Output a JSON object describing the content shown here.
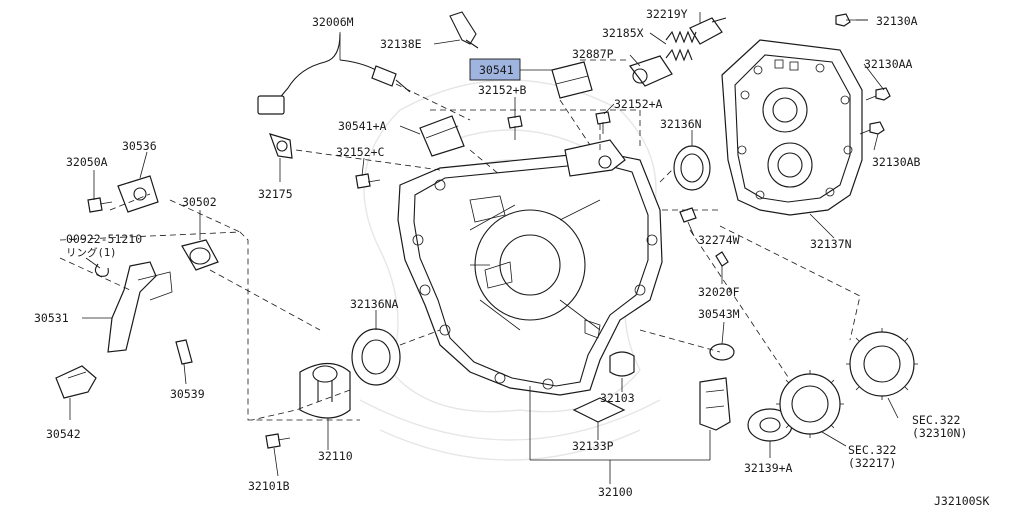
{
  "diagram": {
    "code": "J32100SK",
    "highlight_color": "#9fb4df",
    "parts": [
      {
        "id": "p32006M",
        "text": "32006M"
      },
      {
        "id": "p32138E",
        "text": "32138E"
      },
      {
        "id": "p32219Y",
        "text": "32219Y"
      },
      {
        "id": "p32185X",
        "text": "32185X"
      },
      {
        "id": "p32887P",
        "text": "32887P"
      },
      {
        "id": "p32130A",
        "text": "32130A"
      },
      {
        "id": "p30541",
        "text": "30541"
      },
      {
        "id": "p32130AA",
        "text": "32130AA"
      },
      {
        "id": "p32152B",
        "text": "32152+B"
      },
      {
        "id": "p32152A",
        "text": "32152+A"
      },
      {
        "id": "p30541A",
        "text": "30541+A"
      },
      {
        "id": "p32136N",
        "text": "32136N"
      },
      {
        "id": "p32130AB",
        "text": "32130AB"
      },
      {
        "id": "p30536",
        "text": "30536"
      },
      {
        "id": "p32152C",
        "text": "32152+C"
      },
      {
        "id": "p32050A",
        "text": "32050A"
      },
      {
        "id": "p32175",
        "text": "32175"
      },
      {
        "id": "p30502",
        "text": "30502"
      },
      {
        "id": "p00922",
        "text": "00922-51210"
      },
      {
        "id": "pRing",
        "text": "リング(1)"
      },
      {
        "id": "p32274W",
        "text": "32274W"
      },
      {
        "id": "p32137N",
        "text": "32137N"
      },
      {
        "id": "p32020F",
        "text": "32020F"
      },
      {
        "id": "p30531",
        "text": "30531"
      },
      {
        "id": "p32136NA",
        "text": "32136NA"
      },
      {
        "id": "p30543M",
        "text": "30543M"
      },
      {
        "id": "p30539",
        "text": "30539"
      },
      {
        "id": "p32103",
        "text": "32103"
      },
      {
        "id": "p30542",
        "text": "30542"
      },
      {
        "id": "pSEC322a",
        "text": "SEC.322"
      },
      {
        "id": "pSEC322a2",
        "text": "(32310N)"
      },
      {
        "id": "p32133P",
        "text": "32133P"
      },
      {
        "id": "pSEC322b",
        "text": "SEC.322"
      },
      {
        "id": "pSEC322b2",
        "text": "(32217)"
      },
      {
        "id": "p32110",
        "text": "32110"
      },
      {
        "id": "p32139A",
        "text": "32139+A"
      },
      {
        "id": "p32101B",
        "text": "32101B"
      },
      {
        "id": "p32100",
        "text": "32100"
      }
    ]
  }
}
